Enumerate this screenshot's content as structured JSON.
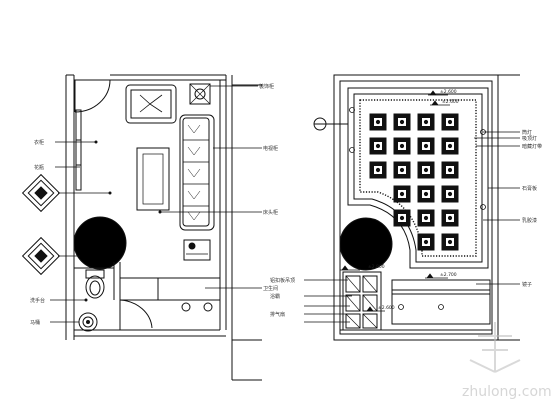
{
  "left_plan": {
    "labels": [
      "装饰柜",
      "电视柜",
      "床头柜",
      "卫生间",
      "衣柜",
      "花瓶",
      "洗手台",
      "马桶"
    ]
  },
  "right_plan": {
    "level_marks": [
      "±2.600",
      "±2.600",
      "±2.800",
      "±2.600",
      "±2.700"
    ],
    "labels": [
      "筒灯",
      "吸顶灯",
      "暗藏灯带",
      "石膏板",
      "乳胶漆",
      "镜子",
      "铝扣板吊顶",
      "浴霸",
      "排气扇"
    ]
  },
  "watermark": {
    "text": "zhulong.com"
  },
  "colors": {
    "line": "#111111",
    "fill_dark": "#000000",
    "watermark": "#b5b5b5"
  }
}
